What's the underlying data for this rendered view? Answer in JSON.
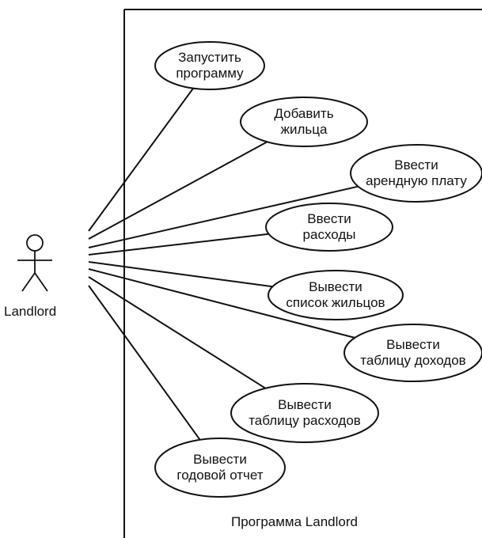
{
  "actor": {
    "name": "Landlord"
  },
  "system": {
    "label": "Программа Landlord"
  },
  "use_cases": [
    {
      "id": "uc1",
      "lines": [
        "Запустить",
        "программу"
      ]
    },
    {
      "id": "uc2",
      "lines": [
        "Добавить",
        "жильца"
      ]
    },
    {
      "id": "uc3",
      "lines": [
        "Ввести",
        "арендную плату"
      ]
    },
    {
      "id": "uc4",
      "lines": [
        "Ввести",
        "расходы"
      ]
    },
    {
      "id": "uc5",
      "lines": [
        "Вывести",
        "список жильцов"
      ]
    },
    {
      "id": "uc6",
      "lines": [
        "Вывести",
        "таблицу доходов"
      ]
    },
    {
      "id": "uc7",
      "lines": [
        "Вывести",
        "таблицу расходов"
      ]
    },
    {
      "id": "uc8",
      "lines": [
        "Вывести",
        "годовой отчет"
      ]
    }
  ],
  "colors": {
    "stroke": "#111111",
    "background": "#ffffff"
  }
}
